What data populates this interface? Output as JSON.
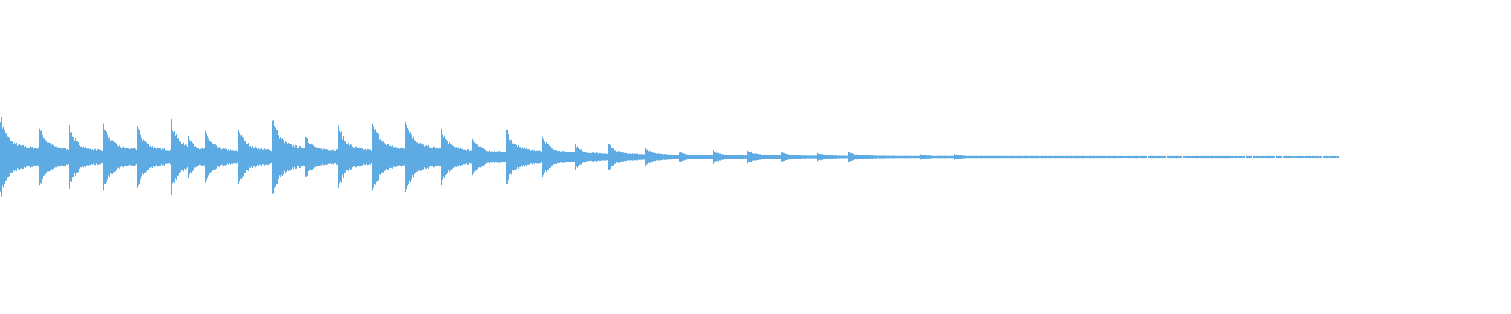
{
  "waveform": {
    "color": "#5dabe2",
    "background": "#ffffff",
    "total_samples": 1920,
    "active_samples": 1702,
    "onsets": [
      {
        "sample": 0,
        "amplitude": 1.0
      },
      {
        "sample": 49,
        "amplitude": 0.82
      },
      {
        "sample": 88,
        "amplitude": 0.73
      },
      {
        "sample": 131,
        "amplitude": 0.84
      },
      {
        "sample": 174,
        "amplitude": 0.78
      },
      {
        "sample": 217,
        "amplitude": 0.87
      },
      {
        "sample": 239,
        "amplitude": 0.53
      },
      {
        "sample": 260,
        "amplitude": 0.67
      },
      {
        "sample": 302,
        "amplitude": 0.76
      },
      {
        "sample": 346,
        "amplitude": 1.0
      },
      {
        "sample": 388,
        "amplitude": 0.56
      },
      {
        "sample": 430,
        "amplitude": 0.76
      },
      {
        "sample": 473,
        "amplitude": 0.91
      },
      {
        "sample": 515,
        "amplitude": 0.98
      },
      {
        "sample": 560,
        "amplitude": 0.71
      },
      {
        "sample": 600,
        "amplitude": 0.49
      },
      {
        "sample": 643,
        "amplitude": 0.69
      },
      {
        "sample": 689,
        "amplitude": 0.51
      },
      {
        "sample": 731,
        "amplitude": 0.29
      },
      {
        "sample": 773,
        "amplitude": 0.33
      },
      {
        "sample": 819,
        "amplitude": 0.24
      },
      {
        "sample": 863,
        "amplitude": 0.13
      },
      {
        "sample": 906,
        "amplitude": 0.16
      },
      {
        "sample": 949,
        "amplitude": 0.18
      },
      {
        "sample": 992,
        "amplitude": 0.13
      },
      {
        "sample": 1038,
        "amplitude": 0.11
      },
      {
        "sample": 1078,
        "amplitude": 0.13
      },
      {
        "sample": 1169,
        "amplitude": 0.07
      },
      {
        "sample": 1212,
        "amplitude": 0.07
      }
    ]
  }
}
